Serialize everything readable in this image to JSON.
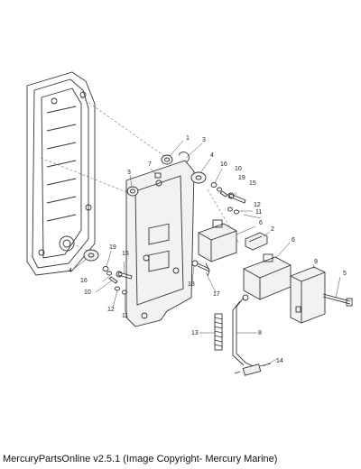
{
  "footer": {
    "text": "MercuryPartsOnline v2.5.1 (Image Copyright- Mercury Marine)"
  },
  "callouts": [
    {
      "id": "c1",
      "label": "1"
    },
    {
      "id": "c3a",
      "label": "3"
    },
    {
      "id": "c7",
      "label": "7"
    },
    {
      "id": "c3b",
      "label": "3"
    },
    {
      "id": "c4a",
      "label": "4"
    },
    {
      "id": "c16a",
      "label": "16"
    },
    {
      "id": "c10a",
      "label": "10"
    },
    {
      "id": "c19a",
      "label": "19"
    },
    {
      "id": "c15a",
      "label": "15"
    },
    {
      "id": "c12a",
      "label": "12"
    },
    {
      "id": "c11a",
      "label": "11"
    },
    {
      "id": "c6a",
      "label": "6"
    },
    {
      "id": "c2",
      "label": "2"
    },
    {
      "id": "c6b",
      "label": "6"
    },
    {
      "id": "c9",
      "label": "9"
    },
    {
      "id": "c5",
      "label": "5"
    },
    {
      "id": "c19b",
      "label": "19"
    },
    {
      "id": "c15b",
      "label": "15"
    },
    {
      "id": "c4b",
      "label": "4"
    },
    {
      "id": "c16b",
      "label": "16"
    },
    {
      "id": "c10b",
      "label": "10"
    },
    {
      "id": "c12b",
      "label": "12"
    },
    {
      "id": "c11b",
      "label": "11"
    },
    {
      "id": "c18",
      "label": "18"
    },
    {
      "id": "c17",
      "label": "17"
    },
    {
      "id": "c13",
      "label": "13"
    },
    {
      "id": "c8",
      "label": "8"
    },
    {
      "id": "c14",
      "label": "14"
    }
  ]
}
